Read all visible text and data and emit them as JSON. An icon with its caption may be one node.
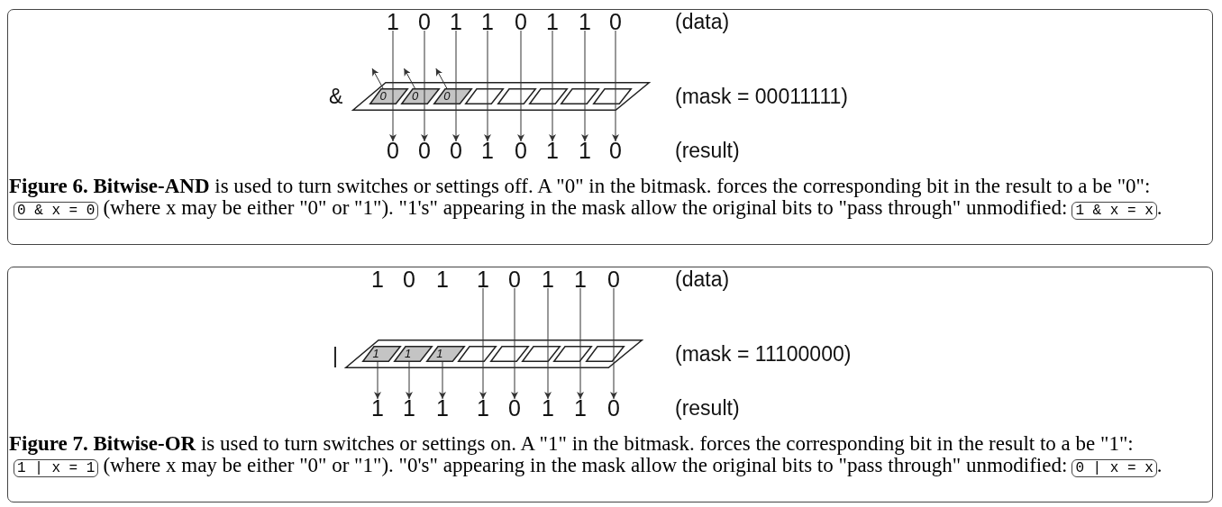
{
  "diagram": {
    "nodes": [
      {
        "text": [
          "**Figure 6. Bitwise-AND** is used to turn switches or settings off. A \"0\" in the bitmask. forces the corresponding bit in the result to a be \"0\":",
          "(where x may be either \"0\" or \"1\"). \"1's\" appearing in the mask allow the original bits to \"pass through\" unmodified:",
          "."
        ]
      },
      {
        "text": [
          "1"
        ],
        "in": 0
      },
      {
        "text": [
          "0"
        ],
        "in": 0
      },
      {
        "text": [
          "1"
        ],
        "in": 0
      },
      {
        "text": [
          "1"
        ],
        "in": 0
      },
      {
        "text": [
          "0"
        ],
        "in": 0
      },
      {
        "text": [
          "1"
        ],
        "in": 0
      },
      {
        "text": [
          "1"
        ],
        "in": 0
      },
      {
        "text": [
          "0"
        ],
        "in": 0
      },
      {
        "text": [],
        "shape": "parallelogram",
        "in": 0,
        "beside": [
          "(mask = 00011111)"
        ]
      },
      {
        "text": [
          "0"
        ],
        "in": 9
      },
      {
        "text": [
          "0"
        ],
        "in": 9
      },
      {
        "text": [
          "0"
        ],
        "in": 9
      },
      {
        "text": [],
        "shape": "parallelogram",
        "in": 9
      },
      {
        "text": [],
        "shape": "parallelogram",
        "in": 9
      },
      {
        "text": [],
        "shape": "parallelogram",
        "in": 9
      },
      {
        "text": [],
        "shape": "parallelogram",
        "in": 9
      },
      {
        "text": [],
        "shape": "parallelogram",
        "in": 9
      },
      {
        "text": [
          "0"
        ],
        "in": 0
      },
      {
        "text": [
          "0"
        ],
        "in": 0
      },
      {
        "text": [
          "0"
        ],
        "in": 0
      },
      {
        "text": [
          "1"
        ],
        "in": 0
      },
      {
        "text": [
          "0"
        ],
        "in": 0
      },
      {
        "text": [
          "1"
        ],
        "in": 0
      },
      {
        "text": [
          "1"
        ],
        "in": 0
      },
      {
        "text": [
          "0"
        ],
        "in": 0
      },
      {
        "text": [
          "0 & x = 0"
        ],
        "in": 0
      },
      {
        "text": [
          "1 & x = x"
        ],
        "in": 0
      },
      {
        "text": [
          "**Figure 7. Bitwise-OR** is used to turn switches or settings on. A \"1\" in the bitmask. forces the corresponding bit in the result to a be \"1\":",
          "(where x may be either \"0\" or \"1\"). \"0's\" appearing in the mask allow the original bits to \"pass through\" unmodified:",
          "."
        ]
      },
      {
        "text": [
          "1"
        ],
        "in": 28
      },
      {
        "text": [
          "0"
        ],
        "in": 28
      },
      {
        "text": [
          "1"
        ],
        "in": 28
      },
      {
        "text": [
          "1"
        ],
        "in": 28
      },
      {
        "text": [
          "0"
        ],
        "in": 28
      },
      {
        "text": [
          "1"
        ],
        "in": 28
      },
      {
        "text": [
          "1"
        ],
        "in": 28
      },
      {
        "text": [
          "0"
        ],
        "in": 28
      },
      {
        "text": [],
        "shape": "parallelogram",
        "in": 28,
        "beside": [
          "(mask = 11100000)"
        ]
      },
      {
        "text": [
          "1"
        ],
        "in": 37
      },
      {
        "text": [
          "1"
        ],
        "in": 37
      },
      {
        "text": [
          "1"
        ],
        "in": 37
      },
      {
        "text": [],
        "shape": "parallelogram",
        "in": 37
      },
      {
        "text": [],
        "shape": "parallelogram",
        "in": 37
      },
      {
        "text": [],
        "shape": "parallelogram",
        "in": 37
      },
      {
        "text": [],
        "shape": "parallelogram",
        "in": 37
      },
      {
        "text": [],
        "shape": "parallelogram",
        "in": 37
      },
      {
        "text": [
          "1"
        ],
        "in": 28
      },
      {
        "text": [
          "1"
        ],
        "in": 28
      },
      {
        "text": [
          "1"
        ],
        "in": 28
      },
      {
        "text": [
          "1"
        ],
        "in": 28
      },
      {
        "text": [
          "0"
        ],
        "in": 28
      },
      {
        "text": [
          "1"
        ],
        "in": 28
      },
      {
        "text": [
          "1"
        ],
        "in": 28
      },
      {
        "text": [
          "0"
        ],
        "in": 28
      },
      {
        "text": [
          "1 | x = 1"
        ],
        "in": 28
      },
      {
        "text": [
          "0 | x = x"
        ],
        "in": 28
      }
    ],
    "edges": [
      {
        "from": 1,
        "to": 18,
        "arrow": "to"
      },
      {
        "from": 2,
        "to": 19,
        "arrow": "to"
      },
      {
        "from": 3,
        "to": 20,
        "arrow": "to"
      },
      {
        "from": 4,
        "to": 21,
        "arrow": "to"
      },
      {
        "from": 5,
        "to": 22,
        "arrow": "to"
      },
      {
        "from": 6,
        "to": 23,
        "arrow": "to"
      },
      {
        "from": 7,
        "to": 24,
        "arrow": "to"
      },
      {
        "from": 8,
        "to": 25,
        "arrow": "to"
      },
      {
        "from": 10,
        "to": null,
        "arrow": "to"
      },
      {
        "from": 11,
        "to": null,
        "arrow": "to"
      },
      {
        "from": 12,
        "to": null,
        "arrow": "to"
      },
      {
        "from": 38,
        "to": 46,
        "arrow": "to"
      },
      {
        "from": 39,
        "to": 47,
        "arrow": "to"
      },
      {
        "from": 40,
        "to": 48,
        "arrow": "to"
      },
      {
        "from": 32,
        "to": 49,
        "arrow": "to"
      },
      {
        "from": 33,
        "to": 50,
        "arrow": "to"
      },
      {
        "from": 34,
        "to": 51,
        "arrow": "to"
      },
      {
        "from": 35,
        "to": 52,
        "arrow": "to"
      },
      {
        "from": 36,
        "to": 53,
        "arrow": "to"
      }
    ],
    "labels": [
      "(data)",
      "&",
      "(result)",
      "(data)",
      "|",
      "(result)"
    ]
  }
}
